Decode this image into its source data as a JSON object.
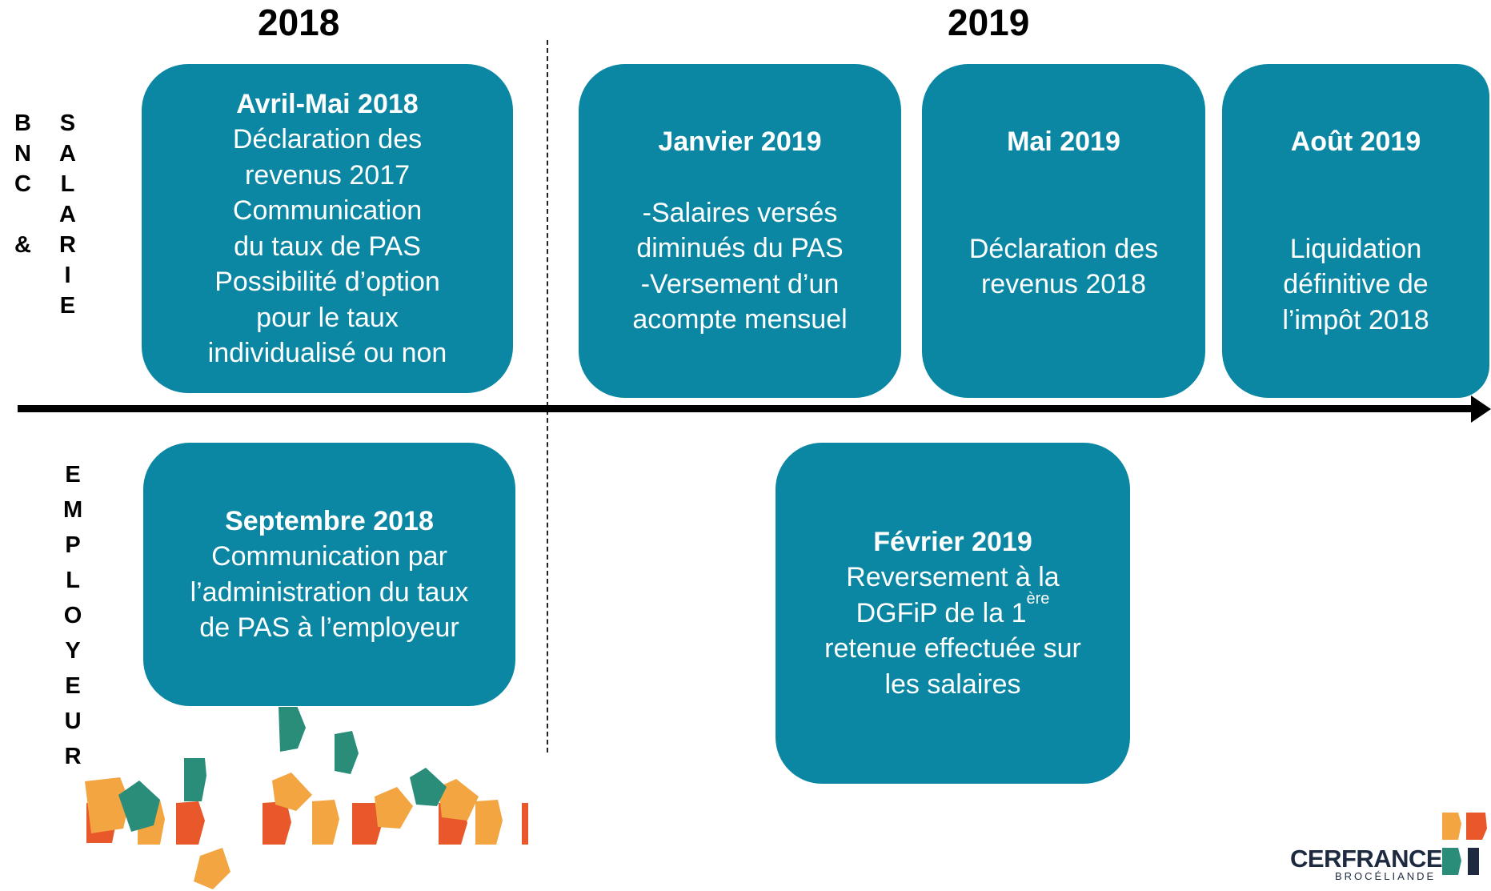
{
  "years": {
    "left": "2018",
    "right": "2019"
  },
  "left_labels": {
    "bnc": [
      "B",
      "N",
      "C",
      "",
      "&"
    ],
    "salarie": [
      "S",
      "A",
      "L",
      "A",
      "R",
      "I",
      "E"
    ],
    "employeur": [
      "E",
      "M",
      "P",
      "L",
      "O",
      "Y",
      "E",
      "U",
      "R"
    ]
  },
  "boxes": {
    "avril_mai": {
      "title": "Avril-Mai 2018",
      "lines": [
        "Déclaration des",
        "revenus 2017",
        "Communication",
        "du taux de PAS",
        "Possibilité d’option",
        "pour le taux",
        "individualisé ou non"
      ]
    },
    "janvier": {
      "title": "Janvier 2019",
      "lines": [
        "-Salaires versés",
        "diminués du PAS",
        "-Versement d’un",
        "acompte mensuel"
      ]
    },
    "mai": {
      "title": "Mai 2019",
      "lines": [
        "Déclaration des",
        "revenus 2018"
      ]
    },
    "aout": {
      "title": "Août 2019",
      "lines": [
        "Liquidation",
        "définitive de",
        "l’impôt 2018"
      ]
    },
    "septembre": {
      "title": "Septembre 2018",
      "lines": [
        "Communication par",
        "l’administration du taux",
        "de PAS à l’employeur"
      ]
    },
    "fevrier": {
      "title": "Février 2019",
      "line1": "Reversement à la",
      "line2_pre": "DGFiP de la 1",
      "line2_sup": "ère",
      "line3": "retenue effectuée sur",
      "line4": "les salaires"
    }
  },
  "logo": {
    "name": "CERFRANCE",
    "sub": "BROCÉLIANDE"
  },
  "colors": {
    "box": "#0b87a3",
    "teal": "#2a8d7a",
    "orange": "#f2a541",
    "red": "#e8582a",
    "navy": "#1d2a40"
  }
}
